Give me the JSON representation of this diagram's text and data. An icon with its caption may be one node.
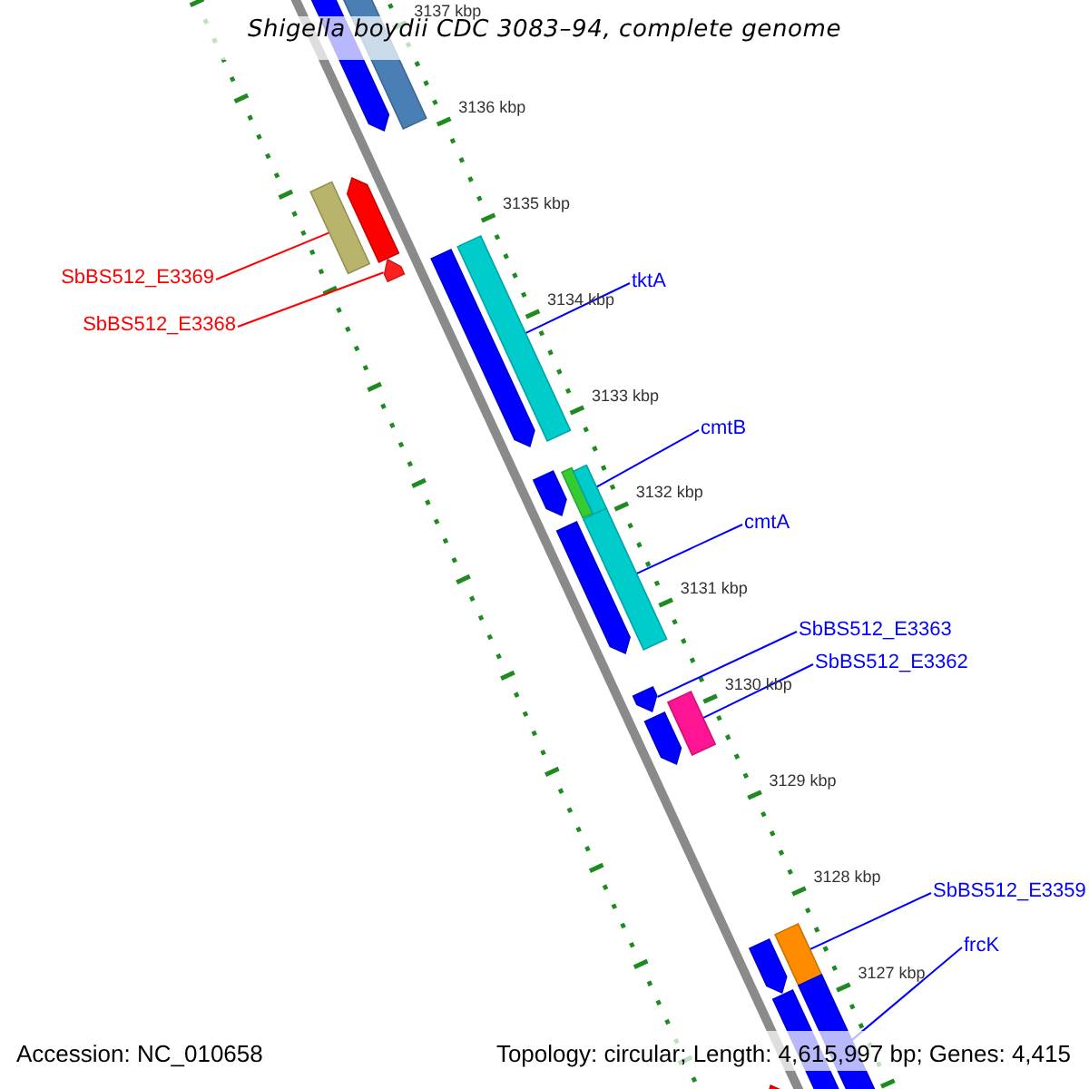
{
  "diagram": {
    "title": "Shigella boydii CDC 3083–94, complete genome",
    "nodes": [
      {
        "text": [],
        "shape": "arrow"
      },
      {
        "text": [],
        "shape": "bar"
      },
      {
        "text": [
          "SbBS512_E3369"
        ]
      },
      {
        "text": [],
        "shape": "bar"
      },
      {
        "text": [],
        "shape": "arrow"
      },
      {
        "text": [
          "SbBS512_E3368"
        ]
      },
      {
        "text": [],
        "shape": "arrow"
      },
      {
        "text": [
          "tktA"
        ]
      },
      {
        "text": [],
        "shape": "arrow"
      },
      {
        "text": [],
        "shape": "bar"
      },
      {
        "text": [
          "cmtB"
        ]
      },
      {
        "text": [],
        "shape": "arrow"
      },
      {
        "text": [],
        "shape": "bar"
      },
      {
        "text": [],
        "shape": "bar"
      },
      {
        "text": [
          "cmtA"
        ]
      },
      {
        "text": [],
        "shape": "arrow"
      },
      {
        "text": [],
        "shape": "bar"
      },
      {
        "text": [
          "SbBS512_E3363"
        ]
      },
      {
        "text": [],
        "shape": "arrow"
      },
      {
        "text": [
          "SbBS512_E3362"
        ]
      },
      {
        "text": [],
        "shape": "arrow"
      },
      {
        "text": [],
        "shape": "bar"
      },
      {
        "text": [
          "SbBS512_E3359"
        ]
      },
      {
        "text": [],
        "shape": "bar"
      },
      {
        "text": [],
        "shape": "arrow"
      },
      {
        "text": [
          "frcK"
        ]
      },
      {
        "text": [],
        "shape": "arrow"
      },
      {
        "text": [],
        "shape": "bar"
      },
      {
        "text": [],
        "shape": "arrow"
      }
    ],
    "edges": [
      {
        "from": 2,
        "to": 3,
        "arrow": "none",
        "color": "#ff0000"
      },
      {
        "from": 5,
        "to": 6,
        "arrow": "none",
        "color": "#ff0000"
      },
      {
        "from": 7,
        "to": 9,
        "arrow": "none"
      },
      {
        "from": 10,
        "to": 13,
        "arrow": "none"
      },
      {
        "from": 14,
        "to": 16,
        "arrow": "none"
      },
      {
        "from": 17,
        "to": 18,
        "arrow": "none"
      },
      {
        "from": 19,
        "to": 21,
        "arrow": "none"
      },
      {
        "from": 22,
        "to": 23,
        "arrow": "none"
      },
      {
        "from": 25,
        "to": 27,
        "arrow": "none"
      }
    ],
    "labels": [
      "3137 kbp",
      "3136 kbp",
      "3135 kbp",
      "3134 kbp",
      "3133 kbp",
      "3132 kbp",
      "3131 kbp",
      "3130 kbp",
      "3129 kbp",
      "3128 kbp",
      "3127 kbp",
      "Accession: NC_010658",
      "Topology: circular; Length: 4,615,997 bp; Genes: 4,415"
    ]
  }
}
